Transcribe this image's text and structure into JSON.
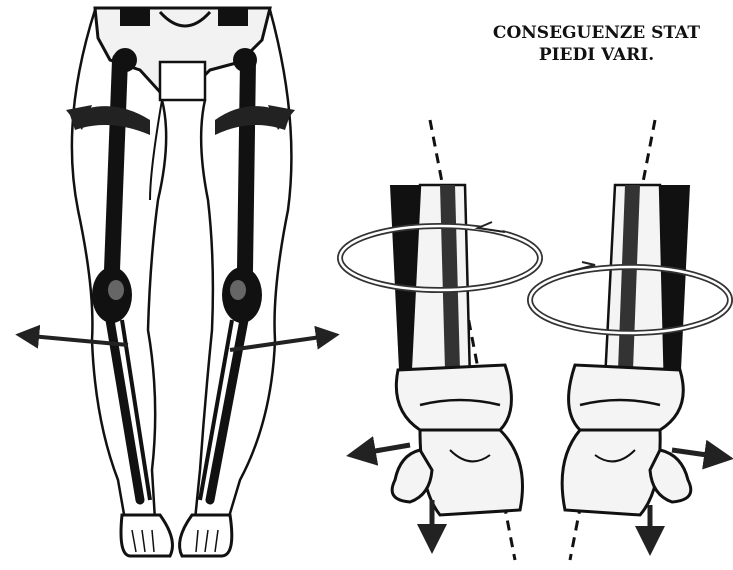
{
  "caption": {
    "line1": "CONSEGUENZE STAT",
    "line2": "PIEDI VARI."
  },
  "colors": {
    "ink": "#111111",
    "paper": "#ffffff",
    "bone_fill": "#f4f4f4",
    "arrow_gray": "#555555"
  },
  "figures": {
    "legs_front_view": {
      "icon": "legs-skeleton-front-view"
    },
    "left_foot": {
      "icon": "ankle-foot-bones"
    },
    "right_foot": {
      "icon": "ankle-foot-bones"
    },
    "rotation_arrows": {
      "icon": "curved-rotation-arrow"
    },
    "direction_arrows": {
      "icon": "straight-arrow"
    },
    "axis_lines": {
      "icon": "dashed-axis-line"
    }
  }
}
